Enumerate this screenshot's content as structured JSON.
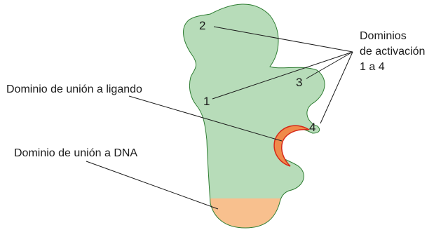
{
  "numbers": {
    "n1": "1",
    "n2": "2",
    "n3": "3",
    "n4": "4"
  },
  "labels": {
    "activation_line1": "Dominios",
    "activation_line2": "de activación",
    "activation_line3": "1 a 4",
    "ligand": "Dominio de unión a ligando",
    "dna": "Dominio de unión a DNA"
  },
  "colors": {
    "body_fill": "#b7dcb9",
    "body_stroke": "#2e7d32",
    "ligand_pocket_fill": "#f08a4b",
    "ligand_pocket_stroke": "#d62818",
    "dna_domain_fill": "#f8c08e"
  }
}
